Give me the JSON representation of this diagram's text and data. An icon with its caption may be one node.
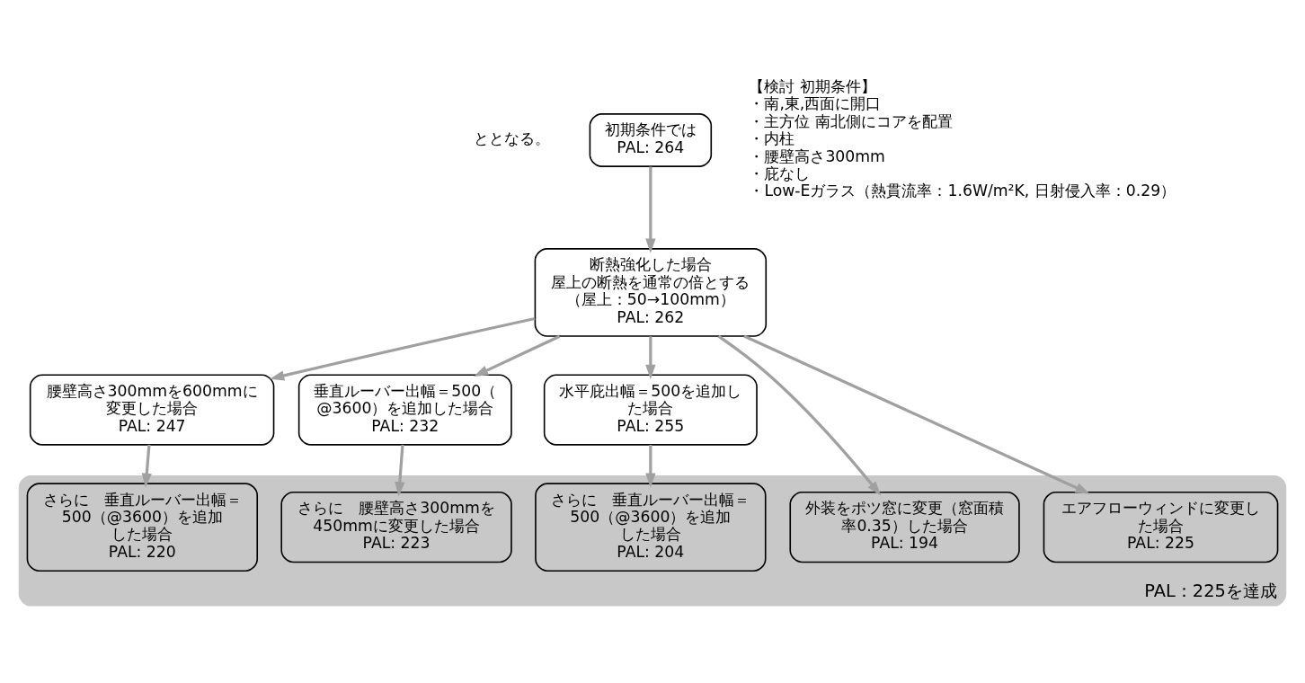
{
  "diagram": {
    "nodes": [
      {
        "text": [
          "初期条件では",
          "PAL: 264"
        ]
      },
      {
        "text": [
          "断熱強化した場合",
          "屋上の断熱を通常の倍とする（屋上：50→100mm）",
          "PAL: 262"
        ]
      },
      {
        "text": [
          "腰壁高さ300mmを600mmに変更した場合",
          "PAL: 247"
        ]
      },
      {
        "text": [
          "垂直ルーバー出幅＝500（@3600）を追加した場合",
          "PAL: 232"
        ]
      },
      {
        "text": [
          "水平庇出幅＝500を追加した場合",
          "PAL: 255"
        ]
      },
      {
        "text": [
          "PAL：225を達成"
        ]
      },
      {
        "text": [
          "外装をポツ窓に変更（窓面積率0.35）した場合",
          "PAL: 194"
        ],
        "in": 5
      },
      {
        "text": [
          "エアフローウィンドに変更した場合",
          "PAL: 225"
        ],
        "in": 5
      },
      {
        "text": [
          "さらに　垂直ルーバー出幅＝500（@3600）を追加した場合",
          "PAL: 220"
        ],
        "in": 5
      },
      {
        "text": [
          "さらに　腰壁高さ300mmを450mmに変更した場合",
          "PAL: 223"
        ],
        "in": 5
      },
      {
        "text": [
          "さらに　垂直ルーバー出幅＝500（@3600）を追加した場合",
          "PAL: 204"
        ],
        "in": 5
      }
    ],
    "edges": [
      {
        "from": 0,
        "to": 1,
        "arrow": "to"
      },
      {
        "from": 1,
        "to": 2,
        "arrow": "to"
      },
      {
        "from": 1,
        "to": 3,
        "arrow": "to"
      },
      {
        "from": 1,
        "to": 4,
        "arrow": "to"
      },
      {
        "from": 1,
        "to": 6,
        "arrow": "to"
      },
      {
        "from": 1,
        "to": 7,
        "arrow": "to"
      },
      {
        "from": 2,
        "to": 8,
        "arrow": "to"
      },
      {
        "from": 3,
        "to": 9,
        "arrow": "to"
      },
      {
        "from": 4,
        "to": 10,
        "arrow": "to"
      }
    ],
    "labels": [
      "ととなる。",
      "【検討 初期条件】",
      "・南,東,西面に開口",
      "・主方位 南北側にコアを配置",
      "・内柱",
      "・腰壁高さ300mm",
      "・庇なし",
      "・Low-Eガラス（熱貫流率：1.6W/m²K, 日射侵入率：0.29）"
    ]
  }
}
